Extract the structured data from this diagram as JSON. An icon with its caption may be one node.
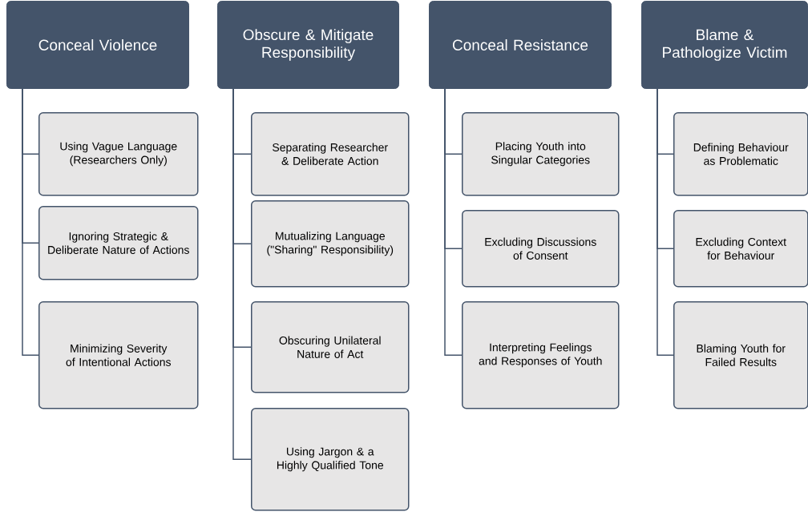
{
  "diagram": {
    "nodes": [
      {
        "text": [
          "Conceal Violence"
        ]
      },
      {
        "text": [
          "Using Vague Language (Researchers Only)"
        ]
      },
      {
        "text": [
          "Ignoring Strategic & Deliberate Nature of Actions"
        ]
      },
      {
        "text": [
          "Minimizing Severity of Intentional Actions"
        ]
      },
      {
        "text": [
          "Obscure & Mitigate Responsibility"
        ]
      },
      {
        "text": [
          "Separating Researcher & Deliberate Action"
        ]
      },
      {
        "text": [
          "Mutualizing Language (\"Sharing\" Responsibility)"
        ]
      },
      {
        "text": [
          "Obscuring Unilateral Nature of Act"
        ]
      },
      {
        "text": [
          "Using Jargon & a Highly Qualified Tone"
        ]
      },
      {
        "text": [
          "Conceal Resistance"
        ]
      },
      {
        "text": [
          "Placing Youth into Singular Categories"
        ]
      },
      {
        "text": [
          "Excluding Discussions of Consent"
        ]
      },
      {
        "text": [
          "Interpreting Feelings and Responses of Youth"
        ]
      },
      {
        "text": [
          "Blame & Pathologize Victim"
        ]
      },
      {
        "text": [
          "Defining Behaviour as Problematic"
        ]
      },
      {
        "text": [
          "Excluding Context for Behaviour"
        ]
      },
      {
        "text": [
          "Blaming Youth for Failed Results"
        ]
      }
    ],
    "edges": [
      {
        "from": 0,
        "to": 1,
        "arrow": "none"
      },
      {
        "from": 0,
        "to": 2,
        "arrow": "none"
      },
      {
        "from": 0,
        "to": 3,
        "arrow": "none"
      },
      {
        "from": 4,
        "to": 5,
        "arrow": "none"
      },
      {
        "from": 4,
        "to": 6,
        "arrow": "none"
      },
      {
        "from": 4,
        "to": 7,
        "arrow": "none"
      },
      {
        "from": 4,
        "to": 8,
        "arrow": "none"
      },
      {
        "from": 9,
        "to": 10,
        "arrow": "none"
      },
      {
        "from": 9,
        "to": 11,
        "arrow": "none"
      },
      {
        "from": 9,
        "to": 12,
        "arrow": "none"
      },
      {
        "from": 13,
        "to": 14,
        "arrow": "none"
      },
      {
        "from": 13,
        "to": 15,
        "arrow": "none"
      },
      {
        "from": 13,
        "to": 16,
        "arrow": "none"
      }
    ]
  }
}
